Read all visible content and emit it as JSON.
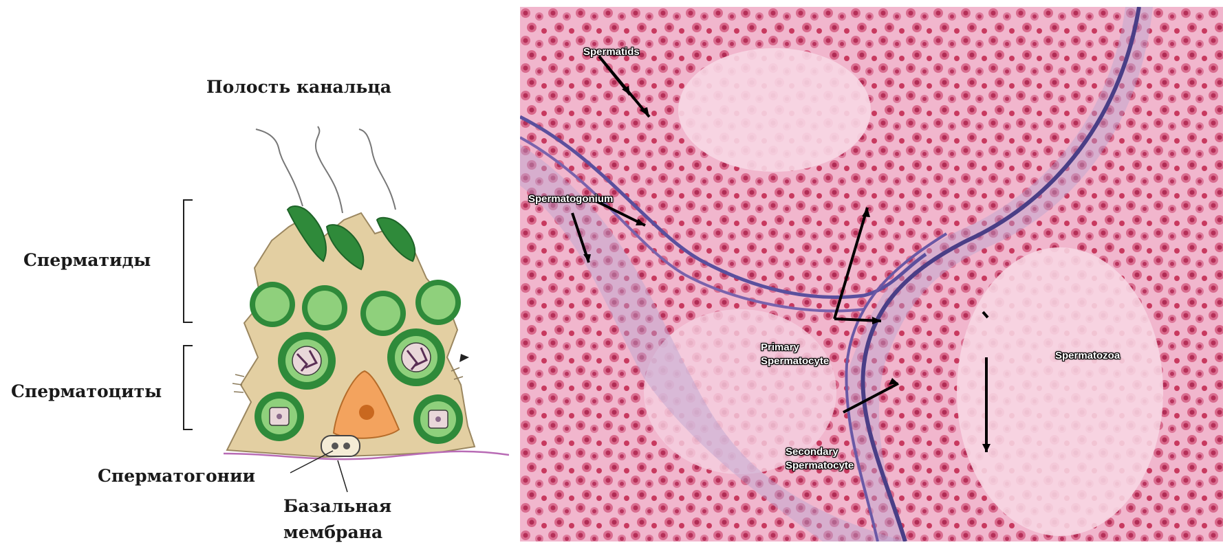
{
  "diagram": {
    "lumen_label": "Полость канальца",
    "spermatids_label": "Сперматиды",
    "spermatocytes_label": "Сперматоциты",
    "spermatogonia_label": "Сперматогонии",
    "basal_membrane_label_line1": "Базальная",
    "basal_membrane_label_line2": "мембрана"
  },
  "micrograph": {
    "labels": {
      "spermatids": "Spermatids",
      "spermatogonium": "Spermatogonium",
      "primary_line1": "Primary",
      "primary_line2": "Spermatocyte",
      "spermatozoa": "Spermatozoa",
      "secondary_line1": "Secondary",
      "secondary_line2": "Spermatocyte"
    }
  },
  "colors": {
    "sertoli_cytoplasm": "#e3cfa2",
    "cell_green": "#8fd07c",
    "cell_dark_green": "#2f8a3a",
    "nucleus_orange": "#f3a35e",
    "tissue_pink": "#f1b6cd",
    "nuclei_red": "#c8395f",
    "connective_purple": "#5b4f9d"
  }
}
